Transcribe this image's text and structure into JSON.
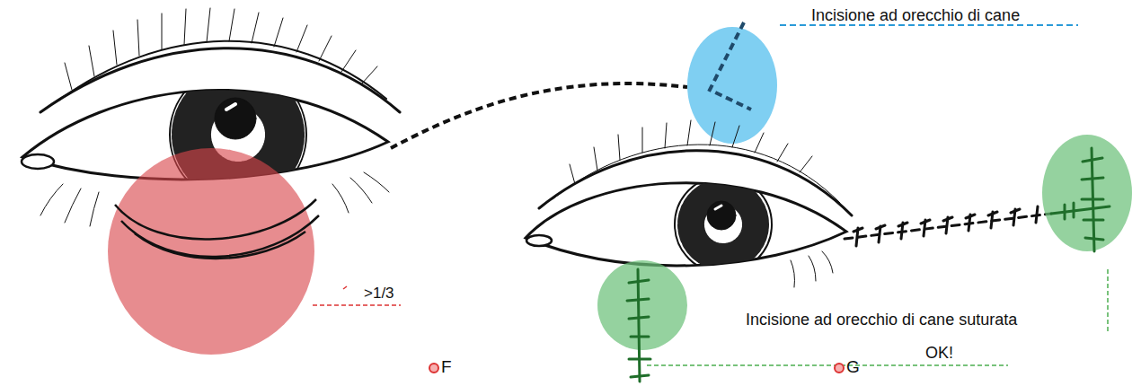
{
  "diagram": {
    "labels": [
      "Incisione ad orecchio di cane",
      ">1/3",
      "Incisione ad orecchio di cane suturata",
      "F",
      "OK!",
      "G"
    ]
  }
}
